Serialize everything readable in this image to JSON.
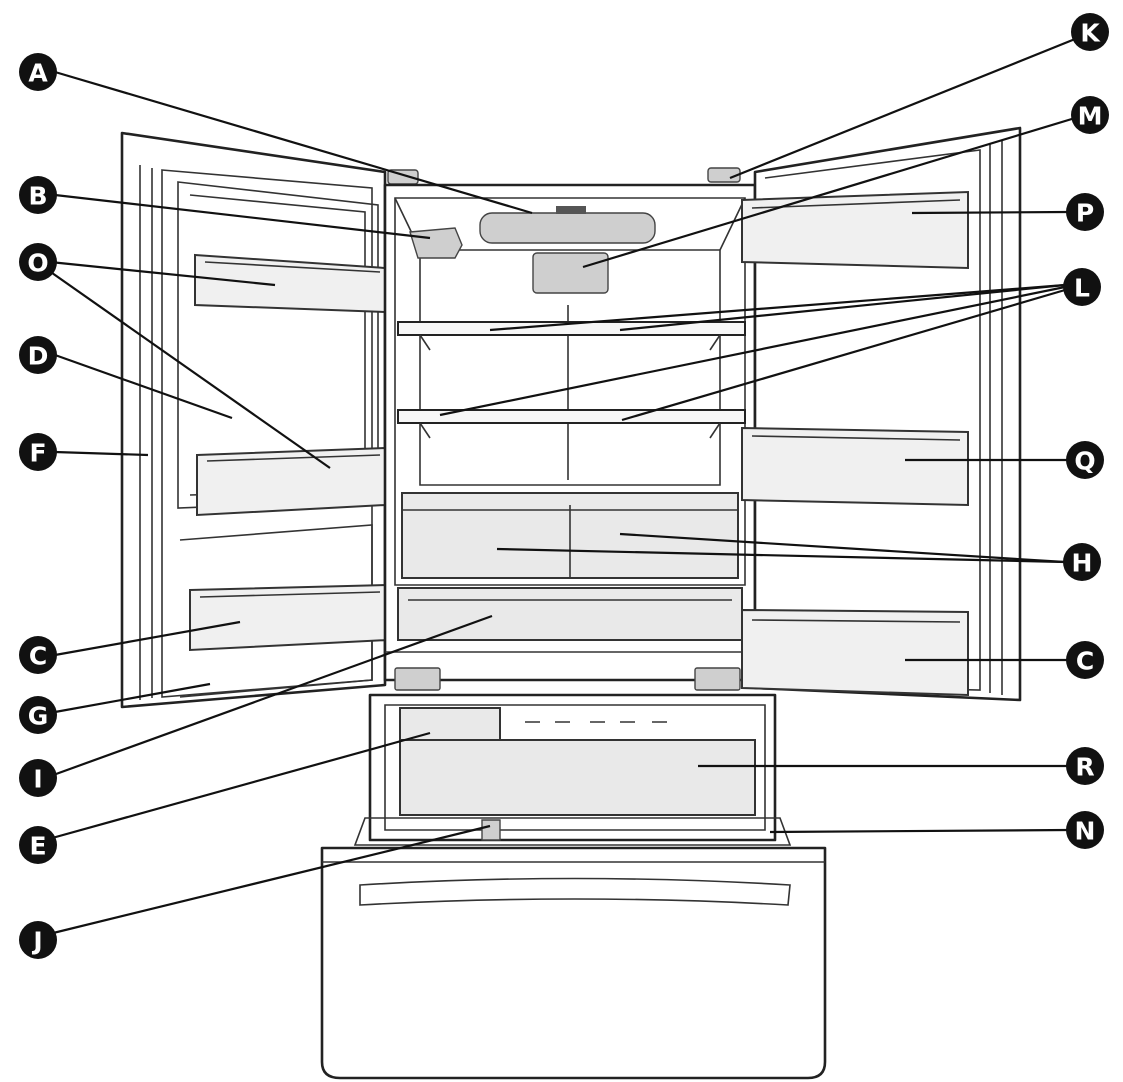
{
  "callouts": [
    {
      "id": "A",
      "letter": "A"
    },
    {
      "id": "B",
      "letter": "B"
    },
    {
      "id": "O",
      "letter": "O"
    },
    {
      "id": "D",
      "letter": "D"
    },
    {
      "id": "F",
      "letter": "F"
    },
    {
      "id": "C-left",
      "letter": "C"
    },
    {
      "id": "G",
      "letter": "G"
    },
    {
      "id": "I",
      "letter": "I"
    },
    {
      "id": "E",
      "letter": "E"
    },
    {
      "id": "J",
      "letter": "J"
    },
    {
      "id": "K",
      "letter": "K"
    },
    {
      "id": "M",
      "letter": "M"
    },
    {
      "id": "P",
      "letter": "P"
    },
    {
      "id": "L",
      "letter": "L"
    },
    {
      "id": "Q",
      "letter": "Q"
    },
    {
      "id": "H",
      "letter": "H"
    },
    {
      "id": "C-right",
      "letter": "C"
    },
    {
      "id": "R",
      "letter": "R"
    },
    {
      "id": "N",
      "letter": "N"
    }
  ],
  "colors": {
    "ink": "#111111",
    "background": "#ffffff"
  }
}
